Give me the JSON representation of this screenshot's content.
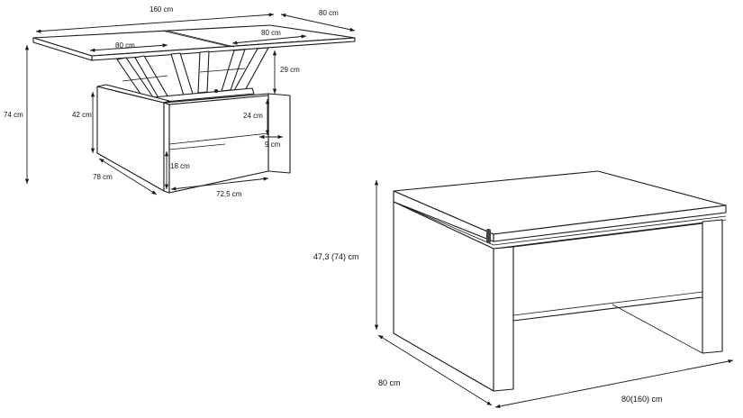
{
  "labels": {
    "top_length": "160 cm",
    "top_depth": "80 cm",
    "left_leaf": "80 cm",
    "right_leaf": "80 cm",
    "lift_height": "29 cm",
    "total_height": "74 cm",
    "body_height": "42 cm",
    "inner_height": "24 cm",
    "side_thickness": "9 cm",
    "clearance": "18 cm",
    "body_depth": "78 cm",
    "inner_width": "72,5 cm",
    "closed_height": "47,3 (74) cm",
    "closed_depth": "80 cm",
    "closed_width": "80(160) cm"
  }
}
